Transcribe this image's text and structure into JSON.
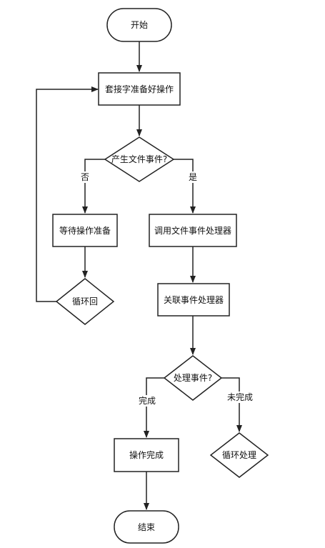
{
  "flowchart": {
    "start": "开始",
    "step_prepare": "套接字准备好操作",
    "decision_file_event": "产生文件事件?",
    "branch_no": "否",
    "branch_yes": "是",
    "wait_prepare": "等待操作准备",
    "loop_back": "循环回",
    "call_handler": "调用文件事件处理器",
    "assoc_handler": "关联事件处理器",
    "decision_process": "处理事件?",
    "branch_done": "完成",
    "branch_not_done": "未完成",
    "op_done": "操作完成",
    "loop_process": "循环处理",
    "end": "结束"
  },
  "colors": {
    "stroke": "#222222",
    "fill": "#ffffff",
    "text": "#111111"
  }
}
